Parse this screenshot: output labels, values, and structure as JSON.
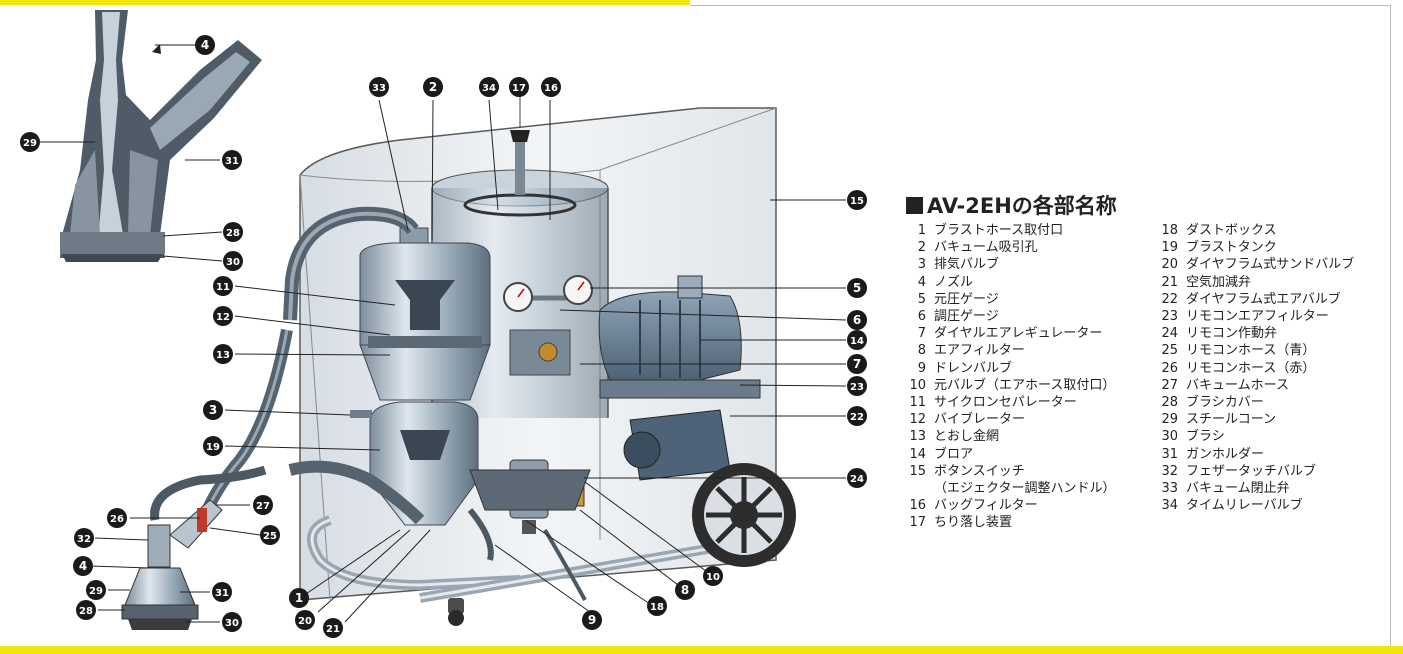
{
  "title": "AV-2EHの各部名称",
  "colors": {
    "accent_bar": "#f2e40f",
    "marker": "#1a1a1a",
    "marker_text": "#ffffff"
  },
  "markers": [
    "4",
    "29",
    "31",
    "28",
    "30",
    "33",
    "2",
    "34",
    "17",
    "16",
    "15",
    "11",
    "12",
    "13",
    "3",
    "19",
    "5",
    "6",
    "14",
    "7",
    "23",
    "22",
    "24",
    "26",
    "27",
    "32",
    "25",
    "4",
    "29",
    "31",
    "28",
    "30",
    "1",
    "20",
    "21",
    "9",
    "18",
    "8",
    "10"
  ],
  "parts": [
    {
      "num": "1",
      "name": "ブラストホース取付口"
    },
    {
      "num": "2",
      "name": "バキューム吸引孔"
    },
    {
      "num": "3",
      "name": "排気バルブ"
    },
    {
      "num": "4",
      "name": "ノズル"
    },
    {
      "num": "5",
      "name": "元圧ゲージ"
    },
    {
      "num": "6",
      "name": "調圧ゲージ"
    },
    {
      "num": "7",
      "name": "ダイヤルエアレギュレーター"
    },
    {
      "num": "8",
      "name": "エアフィルター"
    },
    {
      "num": "9",
      "name": "ドレンバルブ"
    },
    {
      "num": "10",
      "name": "元バルブ（エアホース取付口）"
    },
    {
      "num": "11",
      "name": "サイクロンセパレーター"
    },
    {
      "num": "12",
      "name": "バイブレーター"
    },
    {
      "num": "13",
      "name": "とおし金網"
    },
    {
      "num": "14",
      "name": "ブロア"
    },
    {
      "num": "15",
      "name": "ボタンスイッチ"
    },
    {
      "num": "",
      "name": "（エジェクター調整ハンドル）"
    },
    {
      "num": "16",
      "name": "バッグフィルター"
    },
    {
      "num": "17",
      "name": "ちり落し装置"
    },
    {
      "num": "18",
      "name": "ダストボックス"
    },
    {
      "num": "19",
      "name": "ブラストタンク"
    },
    {
      "num": "20",
      "name": "ダイヤフラム式サンドバルブ"
    },
    {
      "num": "21",
      "name": "空気加減弁"
    },
    {
      "num": "22",
      "name": "ダイヤフラム式エアバルブ"
    },
    {
      "num": "23",
      "name": "リモコンエアフィルター"
    },
    {
      "num": "24",
      "name": "リモコン作動弁"
    },
    {
      "num": "25",
      "name": "リモコンホース（青）"
    },
    {
      "num": "26",
      "name": "リモコンホース（赤）"
    },
    {
      "num": "27",
      "name": "バキュームホース"
    },
    {
      "num": "28",
      "name": "ブラシカバー"
    },
    {
      "num": "29",
      "name": "スチールコーン"
    },
    {
      "num": "30",
      "name": "ブラシ"
    },
    {
      "num": "31",
      "name": "ガンホルダー"
    },
    {
      "num": "32",
      "name": "フェザータッチバルブ"
    },
    {
      "num": "33",
      "name": "バキューム閉止弁"
    },
    {
      "num": "34",
      "name": "タイムリレーバルブ"
    }
  ]
}
